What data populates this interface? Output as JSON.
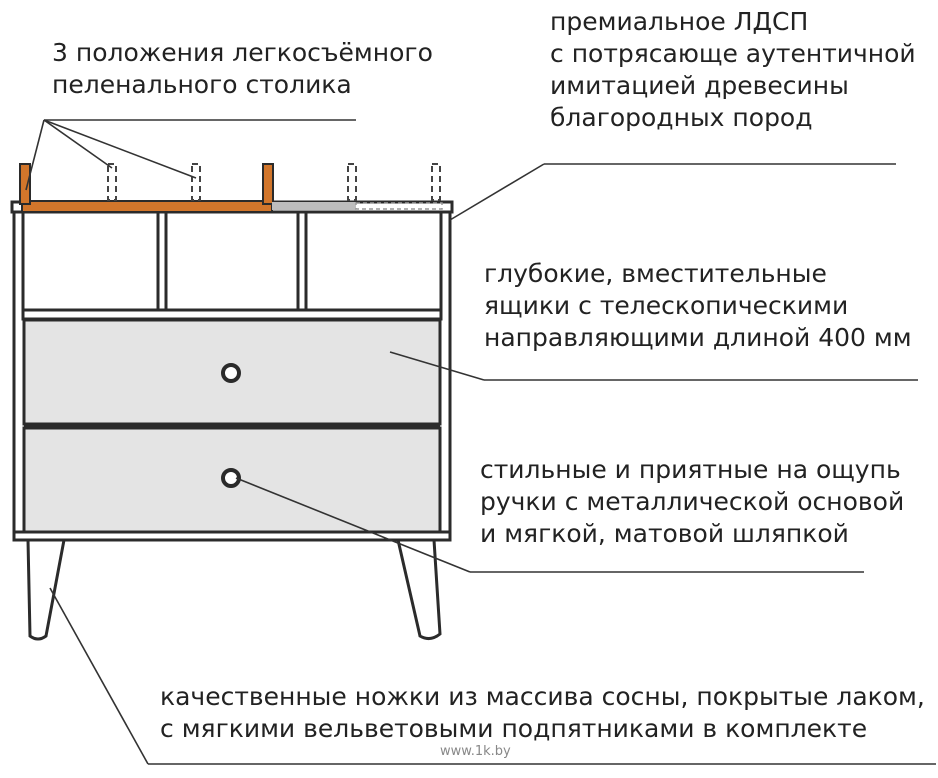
{
  "callouts": {
    "changing_table": {
      "lines": [
        "3 положения легкосъёмного",
        "пеленального столика"
      ]
    },
    "ldsp": {
      "lines": [
        "премиальное ЛДСП",
        "с потрясающе аутентичной",
        "имитацией древесины",
        "благородных пород"
      ]
    },
    "drawers": {
      "lines": [
        "глубокие, вместительные",
        "ящики с телескопическими",
        "направляющими длиной 400 мм"
      ]
    },
    "handles": {
      "lines": [
        "стильные и приятные на ощупь",
        "ручки с металлической основой",
        "и мягкой, матовой шляпкой"
      ]
    },
    "legs": {
      "lines": [
        "качественные ножки из массива сосны, покрытые лаком,",
        "с мягкими вельветовыми подпятниками в комплекте"
      ]
    }
  },
  "watermark": "www.1k.by",
  "colors": {
    "outline": "#2b2b2b",
    "drawer_fill": "#e4e4e4",
    "changing_table": "#d2762b",
    "changing_table_alt": "#bdbdbd",
    "leader_line": "#333333"
  }
}
